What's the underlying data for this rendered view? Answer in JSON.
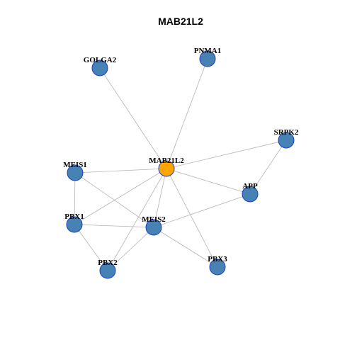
{
  "title": "MAB21L2",
  "colors": {
    "hub_node": "#FFA500",
    "node": "#4682B4",
    "node_border": "#1F3FBF",
    "edge": "#B3B3B3"
  },
  "nodes": [
    {
      "id": "MAB21L2",
      "label": "MAB21L2",
      "hub": true
    },
    {
      "id": "GOLGA2",
      "label": "GOLGA2"
    },
    {
      "id": "PNMA1",
      "label": "PNMA1"
    },
    {
      "id": "SRPK2",
      "label": "SRPK2"
    },
    {
      "id": "MEIS1",
      "label": "MEIS1"
    },
    {
      "id": "APP",
      "label": "APP"
    },
    {
      "id": "PBX1",
      "label": "PBX1"
    },
    {
      "id": "MEIS2",
      "label": "MEIS2"
    },
    {
      "id": "PBX2",
      "label": "PBX2"
    },
    {
      "id": "PBX3",
      "label": "PBX3"
    }
  ],
  "edges": [
    [
      "MAB21L2",
      "GOLGA2"
    ],
    [
      "MAB21L2",
      "PNMA1"
    ],
    [
      "MAB21L2",
      "SRPK2"
    ],
    [
      "MAB21L2",
      "MEIS1"
    ],
    [
      "MAB21L2",
      "APP"
    ],
    [
      "MAB21L2",
      "PBX1"
    ],
    [
      "MAB21L2",
      "MEIS2"
    ],
    [
      "MAB21L2",
      "PBX2"
    ],
    [
      "MAB21L2",
      "PBX3"
    ],
    [
      "SRPK2",
      "APP"
    ],
    [
      "MEIS1",
      "PBX1"
    ],
    [
      "MEIS1",
      "MEIS2"
    ],
    [
      "PBX1",
      "MEIS2"
    ],
    [
      "PBX1",
      "PBX2"
    ],
    [
      "MEIS2",
      "APP"
    ],
    [
      "MEIS2",
      "PBX2"
    ],
    [
      "MEIS2",
      "PBX3"
    ]
  ]
}
